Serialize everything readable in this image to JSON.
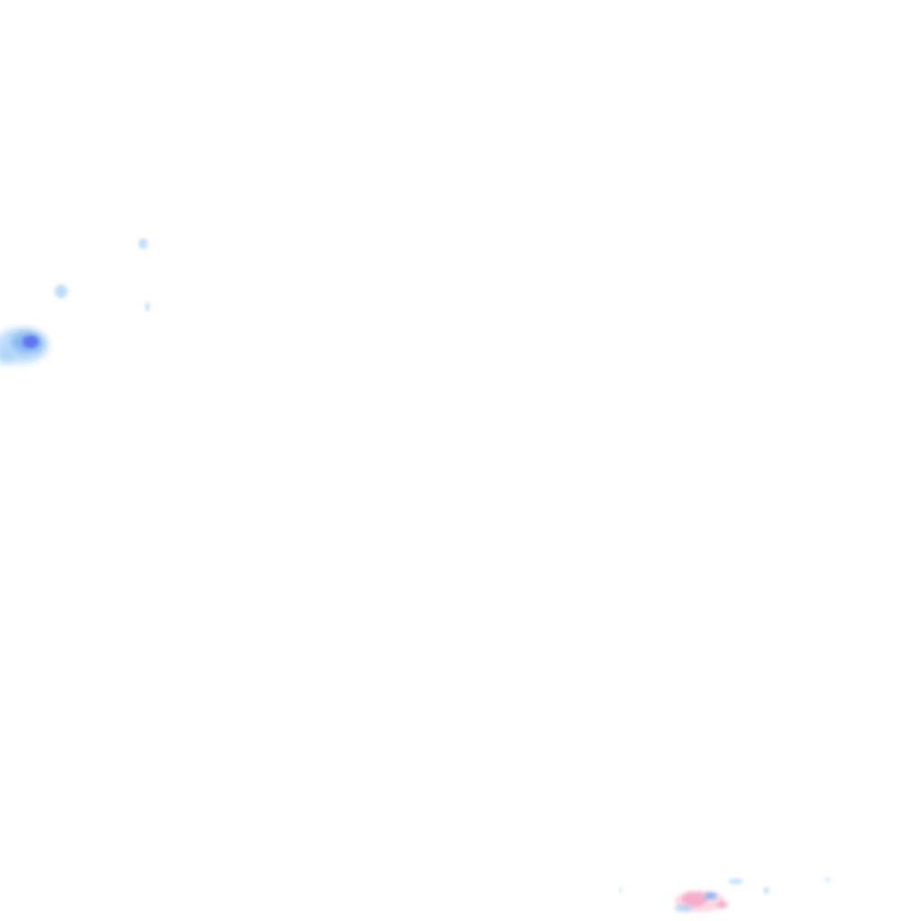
{
  "map": {
    "type": "precipitation-radar-overlay",
    "background_color": "#ffffff",
    "palette": {
      "light_rain": "#a9d3f7",
      "moderate_rain": "#7fb2f0",
      "heavy_rain": "#5b6ff0",
      "mixed_precip": "#f4a6c4",
      "mixed_precip_light": "#f9cfe0"
    },
    "echoes": [
      {
        "id": "cell-west-main",
        "intensity": "heavy"
      },
      {
        "id": "cell-west-small-1",
        "intensity": "light"
      },
      {
        "id": "cell-west-small-2",
        "intensity": "light"
      },
      {
        "id": "cell-west-small-3",
        "intensity": "light"
      },
      {
        "id": "cell-south-mixed",
        "intensity": "mixed"
      }
    ]
  }
}
